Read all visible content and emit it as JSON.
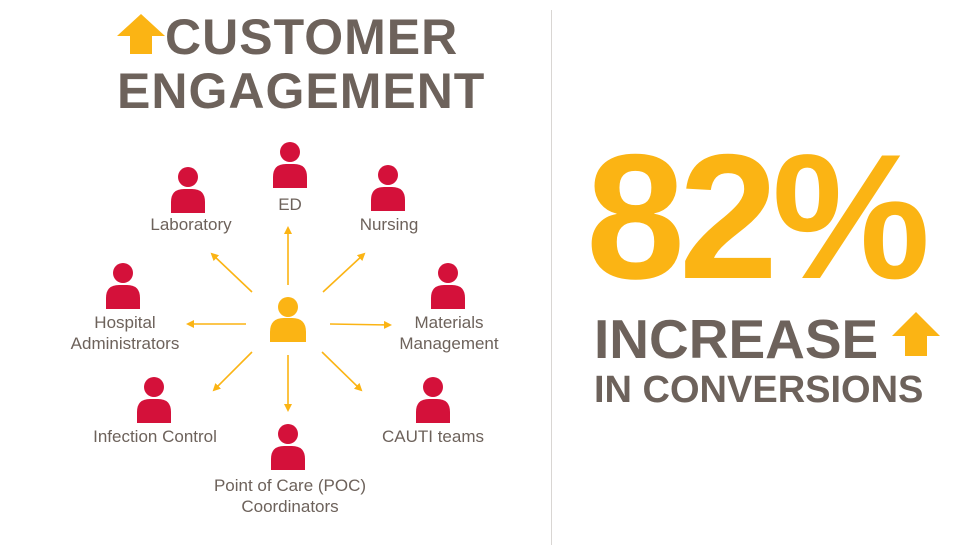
{
  "header": {
    "title_line_1": "CUSTOMER",
    "title_line_2": "ENGAGEMENT",
    "arrow_icon": "up-arrow-icon"
  },
  "diagram": {
    "center": {
      "icon": "person-icon",
      "color": "#fbb414"
    },
    "nodes": [
      {
        "id": "ed",
        "lines": [
          "ED"
        ]
      },
      {
        "id": "nursing",
        "lines": [
          "Nursing"
        ]
      },
      {
        "id": "materials-management",
        "lines": [
          "Materials",
          "Management"
        ]
      },
      {
        "id": "cauti-teams",
        "lines": [
          "CAUTI teams"
        ]
      },
      {
        "id": "poc-coordinators",
        "lines": [
          "Point of Care (POC)",
          "Coordinators"
        ]
      },
      {
        "id": "infection-control",
        "lines": [
          "Infection Control"
        ]
      },
      {
        "id": "hospital-administrators",
        "lines": [
          "Hospital",
          "Administrators"
        ]
      },
      {
        "id": "laboratory",
        "lines": [
          "Laboratory"
        ]
      }
    ],
    "node_icon": "person-icon",
    "node_color": "#d4113a",
    "arrow_color": "#fbb414"
  },
  "stat": {
    "value": "82%",
    "line_1": "INCREASE",
    "line_2": "IN CONVERSIONS",
    "arrow_icon": "up-arrow-icon"
  },
  "colors": {
    "accent": "#fbb414",
    "text": "#6d625b",
    "person": "#d4113a",
    "divider": "#d9d6d3"
  }
}
